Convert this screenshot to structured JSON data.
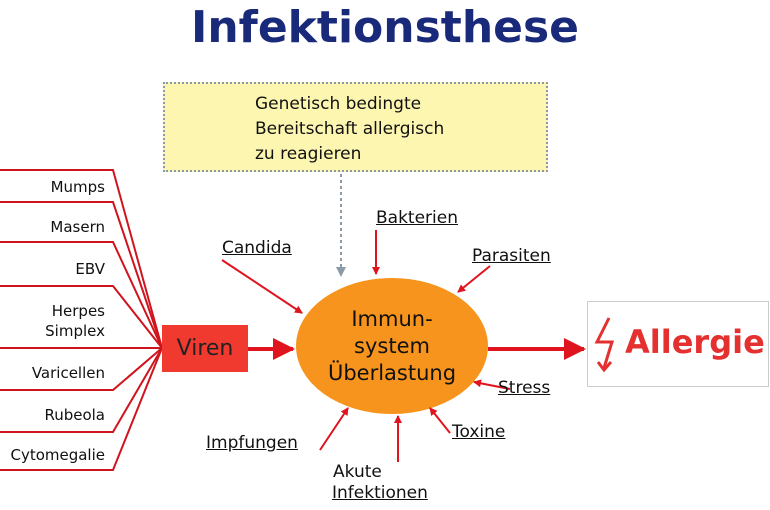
{
  "title": "Infektionsthese",
  "genetic_box": {
    "line1": "Genetisch bedingte",
    "line2": "Bereitschaft allergisch",
    "line3": "zu reagieren"
  },
  "viruses": [
    "Mumps",
    "Masern",
    "EBV",
    "Herpes",
    "Simplex",
    "Varicellen",
    "Rubeola",
    "Cytomegalie"
  ],
  "viren_label": "Viren",
  "center": {
    "line1": "Immun-",
    "line2": "system",
    "line3": "Überlastung"
  },
  "factors": {
    "candida": "Candida",
    "bakterien": "Bakterien",
    "parasiten": "Parasiten",
    "stress": "Stress",
    "toxine": "Toxine",
    "akute1": "Akute",
    "akute2": "Infektionen",
    "impfungen": "Impfungen"
  },
  "result": "Allergie",
  "colors": {
    "title": "#1a2a7a",
    "arrow": "#e0141e",
    "ellipse": "#f7941d",
    "box": "#fdf6b0",
    "viren": "#f03a30"
  }
}
